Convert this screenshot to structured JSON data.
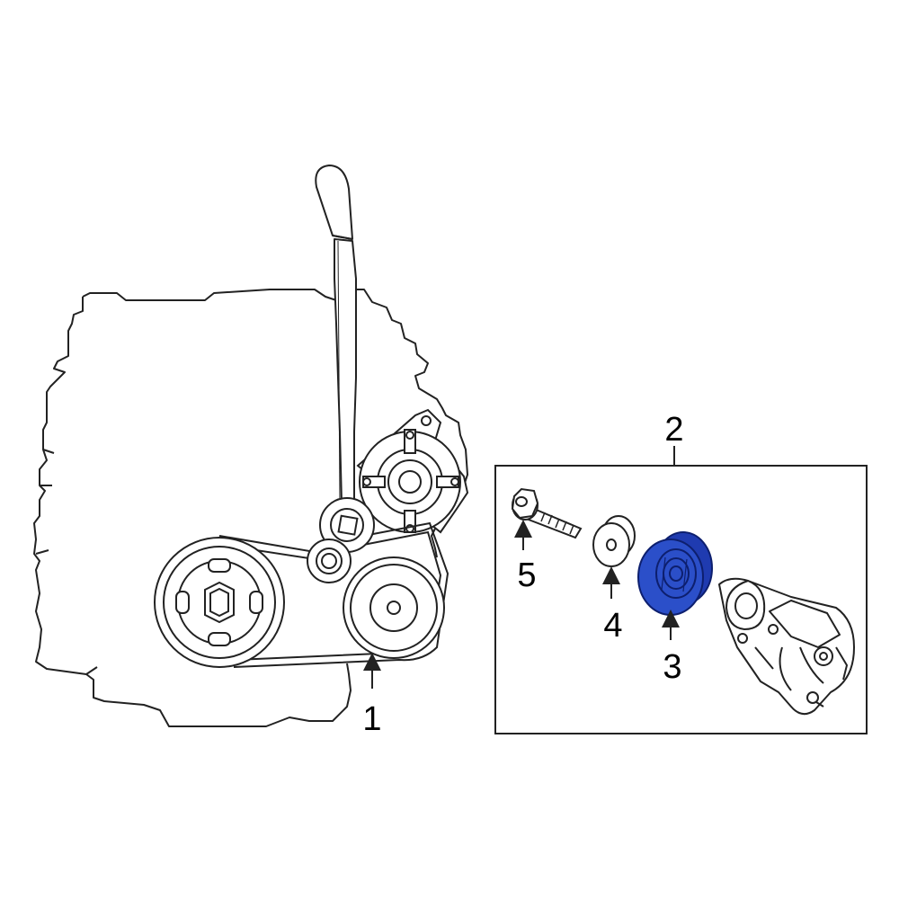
{
  "callouts": {
    "part_1": "1",
    "part_2": "2",
    "part_3": "3",
    "part_4": "4",
    "part_5": "5"
  },
  "colors": {
    "line": "#222222",
    "highlight": "#2b4fc9",
    "highlight_dark": "#0d1f6e",
    "background": "#ffffff"
  },
  "highlighted_part": "3"
}
